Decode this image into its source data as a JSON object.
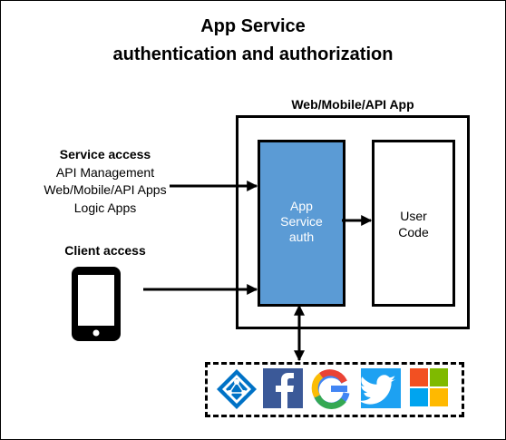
{
  "title": {
    "line1": "App Service",
    "line2": "authentication and authorization"
  },
  "app_container": {
    "label": "Web/Mobile/API App"
  },
  "auth_component": {
    "lines": [
      "App",
      "Service",
      "auth"
    ],
    "fill": "#5b9bd5"
  },
  "user_code": {
    "lines": [
      "User",
      "Code"
    ]
  },
  "service_access": {
    "heading": "Service access",
    "items": [
      "API Management",
      "Web/Mobile/API Apps",
      "Logic Apps"
    ]
  },
  "client_access": {
    "heading": "Client access",
    "device_icon": "smartphone-icon"
  },
  "identity_providers": {
    "icons": [
      "azure-active-directory-icon",
      "facebook-icon",
      "google-icon",
      "twitter-icon",
      "microsoft-icon"
    ],
    "colors": {
      "azure": "#0072c6",
      "facebook": "#3b5998",
      "google_blue": "#4285f4",
      "google_red": "#ea4335",
      "google_yellow": "#fbbc05",
      "google_green": "#34a853",
      "twitter": "#1da1f2",
      "ms_red": "#f25022",
      "ms_green": "#7fba00",
      "ms_blue": "#00a4ef",
      "ms_yellow": "#ffb900"
    }
  }
}
